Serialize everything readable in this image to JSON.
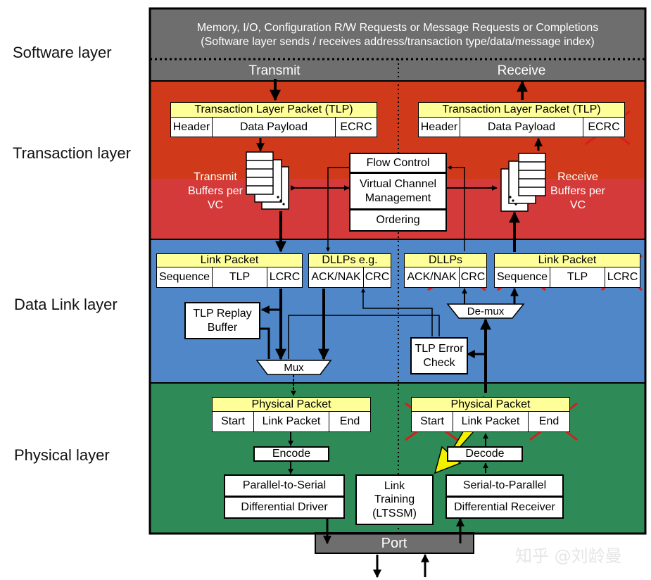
{
  "layers": {
    "software": "Software layer",
    "transaction": "Transaction layer",
    "datalink": "Data Link layer",
    "physical": "Physical layer"
  },
  "software": {
    "line1": "Memory, I/O, Configuration R/W Requests or Message Requests or Completions",
    "line2": "(Software layer sends / receives address/transaction type/data/message index)",
    "transmit": "Transmit",
    "receive": "Receive"
  },
  "transaction": {
    "tlp_title": "Transaction Layer Packet (TLP)",
    "header": "Header",
    "data_payload": "Data Payload",
    "ecrc": "ECRC",
    "tx_buffers": "Transmit Buffers per VC",
    "rx_buffers": "Receive Buffers per VC",
    "flow_control": "Flow Control",
    "vc_mgmt": "Virtual Channel Management",
    "ordering": "Ordering"
  },
  "datalink": {
    "link_packet": "Link Packet",
    "sequence": "Sequence",
    "tlp": "TLP",
    "lcrc": "LCRC",
    "dllps_eg": "DLLPs e.g.",
    "dllps": "DLLPs",
    "ack_nak": "ACK/NAK",
    "crc": "CRC",
    "replay_buffer": "TLP Replay Buffer",
    "mux": "Mux",
    "demux": "De-mux",
    "error_check": "TLP Error Check"
  },
  "physical": {
    "physical_packet": "Physical Packet",
    "start": "Start",
    "link_packet": "Link Packet",
    "end": "End",
    "encode": "Encode",
    "decode": "Decode",
    "par_to_ser": "Parallel-to-Serial",
    "diff_driver": "Differential Driver",
    "link_training": "Link Training (LTSSM)",
    "ser_to_par": "Serial-to-Parallel",
    "diff_receiver": "Differential Receiver",
    "port": "Port"
  },
  "watermark": "知乎 @刘龄曼",
  "colors": {
    "software": "#6e6e6e",
    "transaction": "#d03a1a",
    "transaction_lower": "#d43a3a",
    "datalink": "#4f87c8",
    "physical": "#2e8b57",
    "label_yellow": "#ffff99",
    "highlight_arrow": "#f2f200",
    "cross": "#d41f1f"
  }
}
